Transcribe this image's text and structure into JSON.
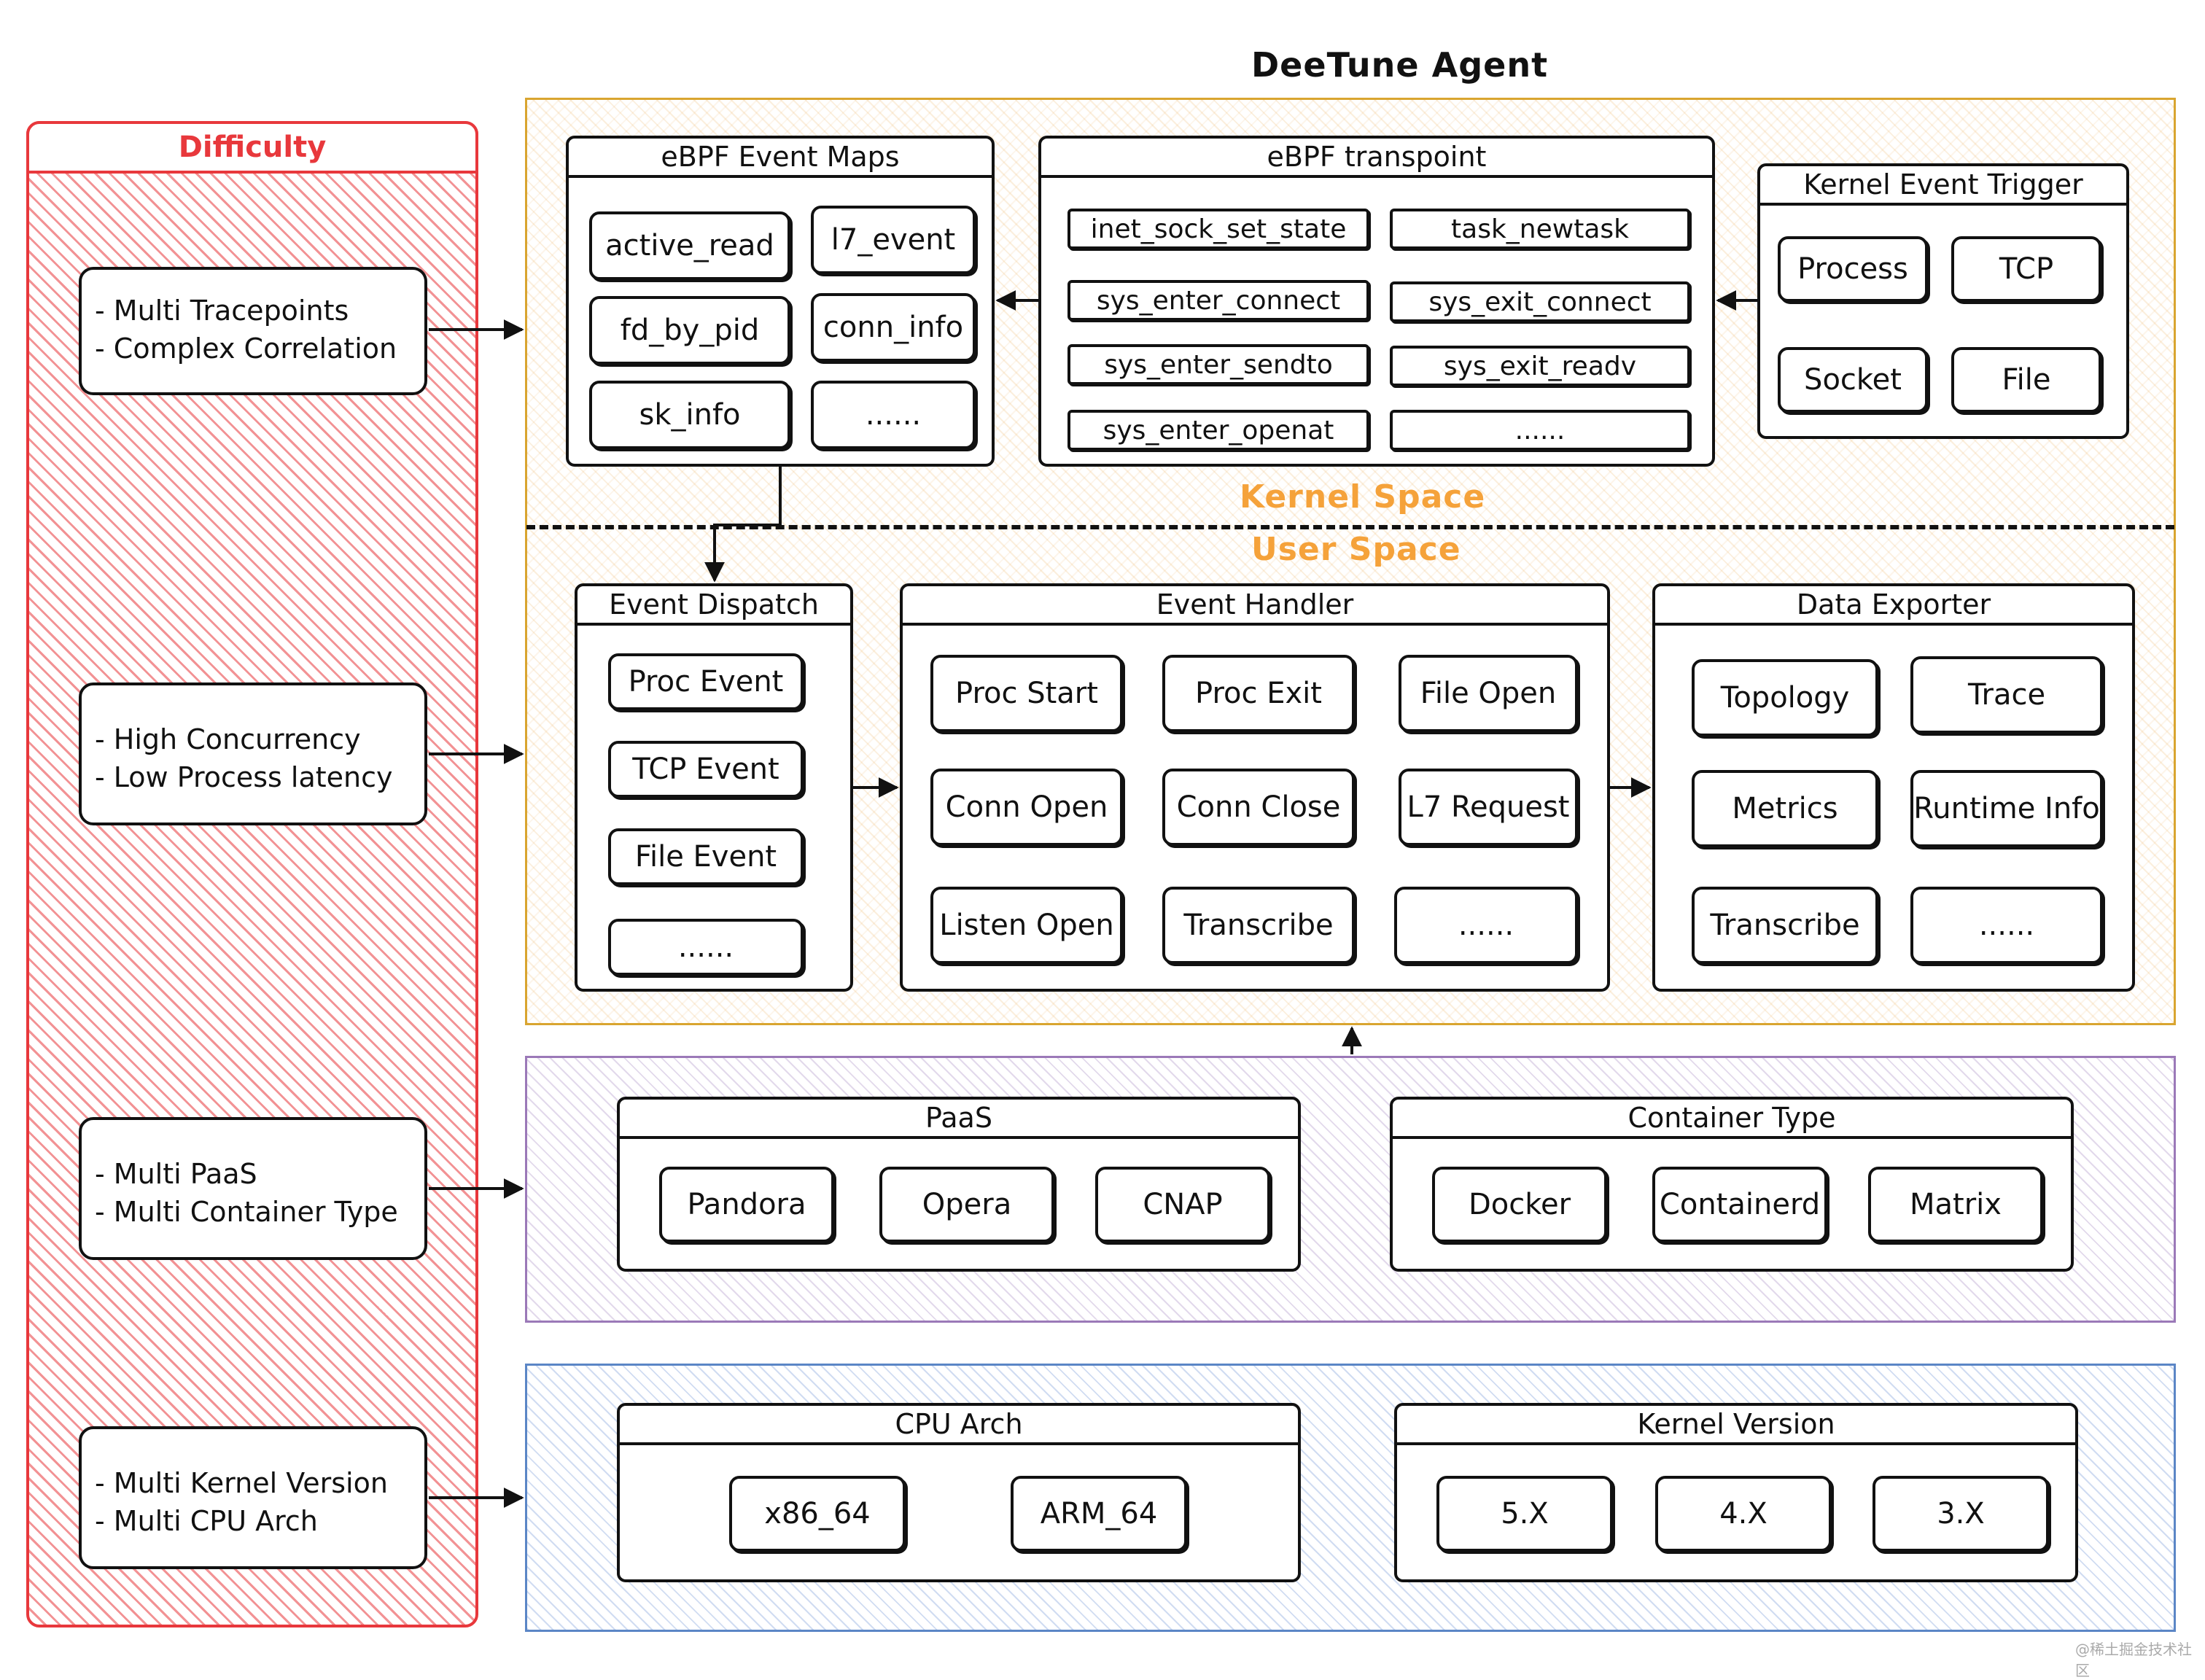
{
  "title": "DeeTune Agent",
  "difficulty": {
    "title": "Difficulty",
    "items": [
      [
        "- Multi Tracepoints",
        "- Complex Correlation"
      ],
      [
        "- High Concurrency",
        "- Low Process latency"
      ],
      [
        "- Multi PaaS",
        "- Multi Container Type"
      ],
      [
        "- Multi Kernel Version",
        "- Multi CPU Arch"
      ]
    ]
  },
  "kernel_space_label": "Kernel Space",
  "user_space_label": "User Space",
  "ebpf_maps": {
    "title": "eBPF Event Maps",
    "items": [
      "active_read",
      "l7_event",
      "fd_by_pid",
      "conn_info",
      "sk_info",
      "......"
    ]
  },
  "ebpf_tracepoint": {
    "title": "eBPF transpoint",
    "items": [
      "inet_sock_set_state",
      "task_newtask",
      "sys_enter_connect",
      "sys_exit_connect",
      "sys_enter_sendto",
      "sys_exit_readv",
      "sys_enter_openat",
      "......"
    ]
  },
  "kernel_trigger": {
    "title": "Kernel Event Trigger",
    "items": [
      "Process",
      "TCP",
      "Socket",
      "File"
    ]
  },
  "event_dispatch": {
    "title": "Event Dispatch",
    "items": [
      "Proc Event",
      "TCP Event",
      "File Event",
      "......"
    ]
  },
  "event_handler": {
    "title": "Event Handler",
    "items": [
      "Proc Start",
      "Proc Exit",
      "File Open",
      "Conn Open",
      "Conn Close",
      "L7 Request",
      "Listen Open",
      "Transcribe",
      "......"
    ]
  },
  "data_exporter": {
    "title": "Data Exporter",
    "items": [
      "Topology",
      "Trace",
      "Metrics",
      "Runtime Info",
      "Transcribe",
      "......"
    ]
  },
  "paas": {
    "title": "PaaS",
    "items": [
      "Pandora",
      "Opera",
      "CNAP"
    ]
  },
  "container_type": {
    "title": "Container Type",
    "items": [
      "Docker",
      "Containerd",
      "Matrix"
    ]
  },
  "cpu_arch": {
    "title": "CPU Arch",
    "items": [
      "x86_64",
      "ARM_64"
    ]
  },
  "kernel_version": {
    "title": "Kernel Version",
    "items": [
      "5.X",
      "4.X",
      "3.X"
    ]
  },
  "watermark": "@稀土掘金技术社区",
  "colors": {
    "difficulty": "#e8383c",
    "agent_border": "#d9a530",
    "space_label": "#f5a23a",
    "platform_border": "#9b79b8",
    "infra_border": "#5b86c6"
  }
}
